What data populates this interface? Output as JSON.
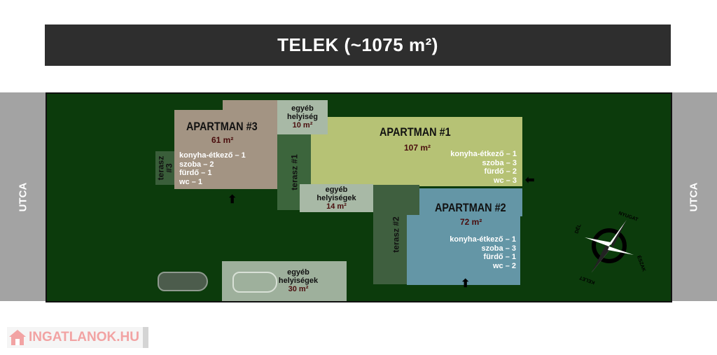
{
  "title": "TELEK (~1075 m²)",
  "street_left": "UTCA",
  "street_right": "UTCA",
  "apartments": [
    {
      "name": "APARTMAN #3",
      "area": "61 m²",
      "rooms": [
        "konyha-étkező – 1",
        "szoba – 2",
        "fürdő – 1",
        "wc – 1"
      ],
      "color": "#a39483"
    },
    {
      "name": "APARTMAN #1",
      "area": "107 m²",
      "rooms": [
        "konyha-étkező – 1",
        "szoba – 3",
        "fürdő – 2",
        "wc – 3"
      ],
      "color": "#b6c275"
    },
    {
      "name": "APARTMAN #2",
      "area": "72 m²",
      "rooms": [
        "konyha-étkező – 1",
        "szoba – 3",
        "fürdő – 1",
        "wc – 2"
      ],
      "color": "#6496a6"
    }
  ],
  "other": [
    {
      "l1": "egyéb",
      "l2": "helyiség",
      "area": "10 m²"
    },
    {
      "l1": "egyéb",
      "l2": "helyiségek",
      "area": "14 m²"
    },
    {
      "l1": "egyéb",
      "l2": "helyiségek",
      "area": "30 m²"
    }
  ],
  "terraces": [
    "terasz #1",
    "terasz #2",
    "terasz",
    "#3"
  ],
  "compass": {
    "n": "NYUGAT",
    "e": "ÉSZAK",
    "s": "KELET",
    "w": "DÉL"
  },
  "logo": "INGATLANOK.HU"
}
